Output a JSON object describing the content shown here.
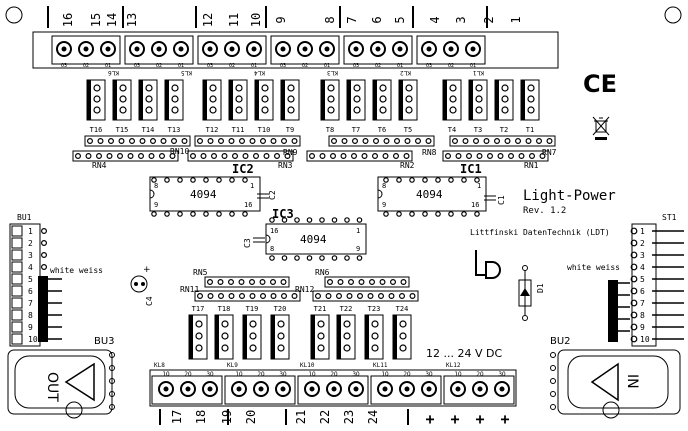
{
  "top_terminals": {
    "numbers": [
      "16",
      "15",
      "14",
      "13",
      "12",
      "11",
      "10",
      "9",
      "8",
      "7",
      "6",
      "5",
      "4",
      "3",
      "2",
      "1"
    ],
    "groups": [
      {
        "pins": [
          "O3",
          "O2",
          "O1"
        ],
        "label": "KL6"
      },
      {
        "pins": [
          "O3",
          "O2",
          "O1"
        ],
        "label": "KL5"
      },
      {
        "pins": [
          "O3",
          "O2",
          "O1"
        ],
        "label": "KL4"
      },
      {
        "pins": [
          "O3",
          "O2",
          "O1"
        ],
        "label": "KL3"
      },
      {
        "pins": [
          "O3",
          "O2",
          "O1"
        ],
        "label": "KL2"
      },
      {
        "pins": [
          "O3",
          "O2",
          "O1"
        ],
        "label": "KL1"
      }
    ]
  },
  "top_transistors": [
    "T16",
    "T15",
    "T14",
    "T13",
    "T12",
    "T11",
    "T10",
    "T9",
    "T8",
    "T7",
    "T6",
    "T5",
    "T4",
    "T3",
    "T2",
    "T1"
  ],
  "resistor_networks": {
    "rn10": "RN10",
    "rn9": "RN9",
    "rn8": "RN8",
    "rn7": "RN7",
    "rn4": "RN4",
    "rn3": "RN3",
    "rn2": "RN2",
    "rn1": "RN1",
    "rn5": "RN5",
    "rn6": "RN6",
    "rn11": "RN11",
    "rn12": "RN12"
  },
  "ics": [
    {
      "ref": "IC2",
      "part": "4094",
      "p8": "8",
      "p1": "1",
      "p9": "9",
      "p16": "16"
    },
    {
      "ref": "IC1",
      "part": "4094",
      "p8": "8",
      "p1": "1",
      "p9": "9",
      "p16": "16"
    },
    {
      "ref": "IC3",
      "part": "4094",
      "p16": "16",
      "p1": "1",
      "p8": "8",
      "p9": "9"
    }
  ],
  "capacitors": {
    "c1": "C1",
    "c2": "C2",
    "c3": "C3",
    "c4": "C4"
  },
  "title": {
    "name": "Light-Power",
    "rev": "Rev. 1.2",
    "maker": "Littfinski DatenTechnik (LDT)"
  },
  "marks": {
    "ce": "CE"
  },
  "bu1": {
    "label": "BU1",
    "pins": [
      "1",
      "2",
      "3",
      "4",
      "5",
      "6",
      "7",
      "8",
      "9",
      "10"
    ],
    "wire": "white weiss"
  },
  "st1": {
    "label": "ST1",
    "pins": [
      "1",
      "2",
      "3",
      "4",
      "5",
      "6",
      "7",
      "8",
      "9",
      "10"
    ],
    "wire": "white weiss"
  },
  "diode": {
    "label": "D1"
  },
  "bottom_transistors": [
    "T17",
    "T18",
    "T19",
    "T20",
    "T21",
    "T22",
    "T23",
    "T24"
  ],
  "bottom_terminals": {
    "groups": [
      {
        "label": "KL8",
        "pins": [
          "1O",
          "2O",
          "3O"
        ]
      },
      {
        "label": "KL9",
        "pins": [
          "1O",
          "2O",
          "3O"
        ]
      },
      {
        "label": "KL10",
        "pins": [
          "1O",
          "2O",
          "3O"
        ]
      },
      {
        "label": "KL11",
        "pins": [
          "1O",
          "2O",
          "3O"
        ]
      },
      {
        "label": "KL12",
        "pins": [
          "1O",
          "2O",
          "3O"
        ]
      }
    ],
    "numbers": [
      "17",
      "18",
      "19",
      "20",
      "21",
      "22",
      "23",
      "24"
    ],
    "plus": "+",
    "dash": "|"
  },
  "supply": "12 ... 24 V DC",
  "bu3": {
    "label": "BU3",
    "plug": "OUT"
  },
  "bu2": {
    "label": "BU2",
    "plug": "IN"
  }
}
